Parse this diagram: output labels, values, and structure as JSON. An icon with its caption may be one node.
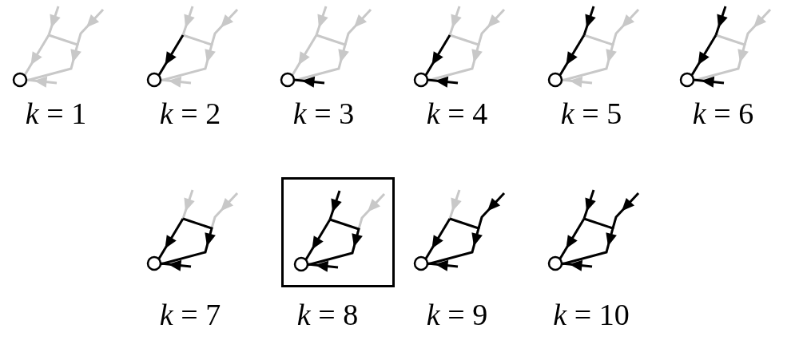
{
  "diagram": {
    "nodes": [
      {
        "text": [],
        "shape": "picture",
        "beside": [
          "*k* = 1"
        ]
      },
      {
        "text": [],
        "shape": "picture",
        "beside": [
          "*k* = 2"
        ]
      },
      {
        "text": [],
        "shape": "picture",
        "beside": [
          "*k* = 3"
        ]
      },
      {
        "text": [],
        "shape": "picture",
        "beside": [
          "*k* = 4"
        ]
      },
      {
        "text": [],
        "shape": "picture",
        "beside": [
          "*k* = 5"
        ]
      },
      {
        "text": [],
        "shape": "picture",
        "beside": [
          "*k* = 6"
        ]
      },
      {
        "text": [],
        "shape": "picture",
        "beside": [
          "*k* = 7"
        ]
      },
      {
        "text": [],
        "shape": "box"
      },
      {
        "text": [],
        "shape": "picture",
        "in": 7,
        "beside": [
          "*k* = 8"
        ]
      },
      {
        "text": [],
        "shape": "picture",
        "beside": [
          "*k* = 9"
        ]
      },
      {
        "text": [],
        "shape": "picture",
        "beside": [
          "*k* = 10"
        ]
      }
    ]
  }
}
